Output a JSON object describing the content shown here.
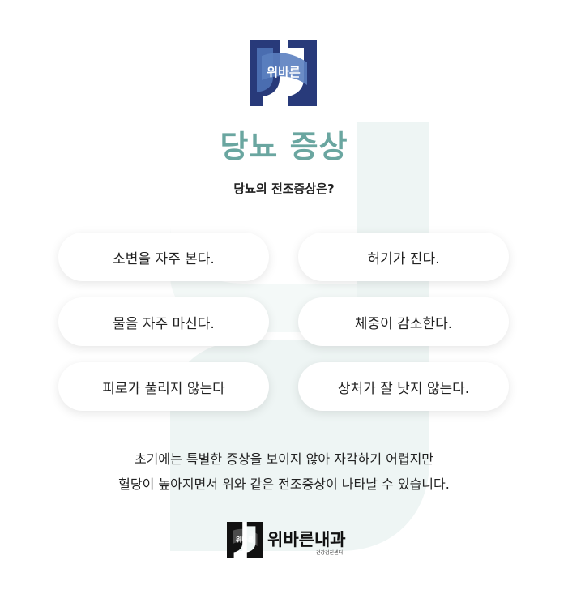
{
  "logo": {
    "text": "위바른",
    "colors": {
      "dark": "#283a7a",
      "light": "#4a6db0"
    }
  },
  "title": "당뇨 증상",
  "subtitle": "당뇨의 전조증상은?",
  "symptoms": [
    "소변을 자주 본다.",
    "허기가 진다.",
    "물을 자주 마신다.",
    "체중이 감소한다.",
    "피로가 풀리지 않는다",
    "상처가 잘 낫지 않는다."
  ],
  "description": [
    "초기에는 특별한 증상을 보이지 않아 자각하기 어렵지만",
    "혈당이 높아지면서 위와 같은 전조증상이 나타날 수 있습니다."
  ],
  "brand": {
    "name": "위바른내과",
    "sub": "건강검진센터"
  },
  "colors": {
    "title": "#6aa6a0",
    "text": "#222222",
    "watermark": "#eef5f4"
  }
}
